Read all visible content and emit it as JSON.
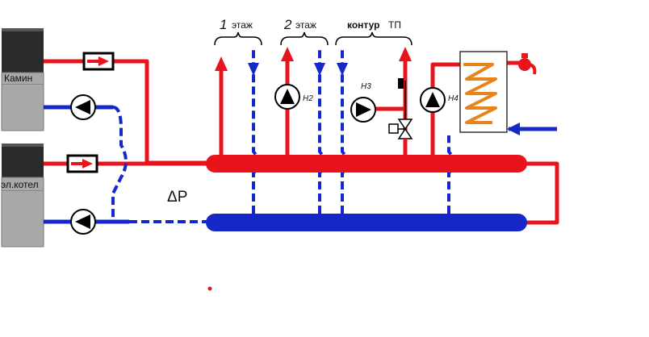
{
  "labels": {
    "kamin": "Камин",
    "el_kotel": "эл.котел",
    "delta_p": "ΔP",
    "floor1_num": "1",
    "floor1_word": "этаж",
    "floor2_num": "2",
    "floor2_word": "этаж",
    "kontur_word": "контур",
    "kontur_tp": "ТП",
    "pump_h2": "H2",
    "pump_h3": "H3",
    "pump_h4": "H4"
  },
  "colors": {
    "supply": "#e8141c",
    "return": "#1428c8",
    "coil": "#e8841c",
    "boiler_dark": "#2a2a2a",
    "boiler_body": "#a8a8a8"
  }
}
